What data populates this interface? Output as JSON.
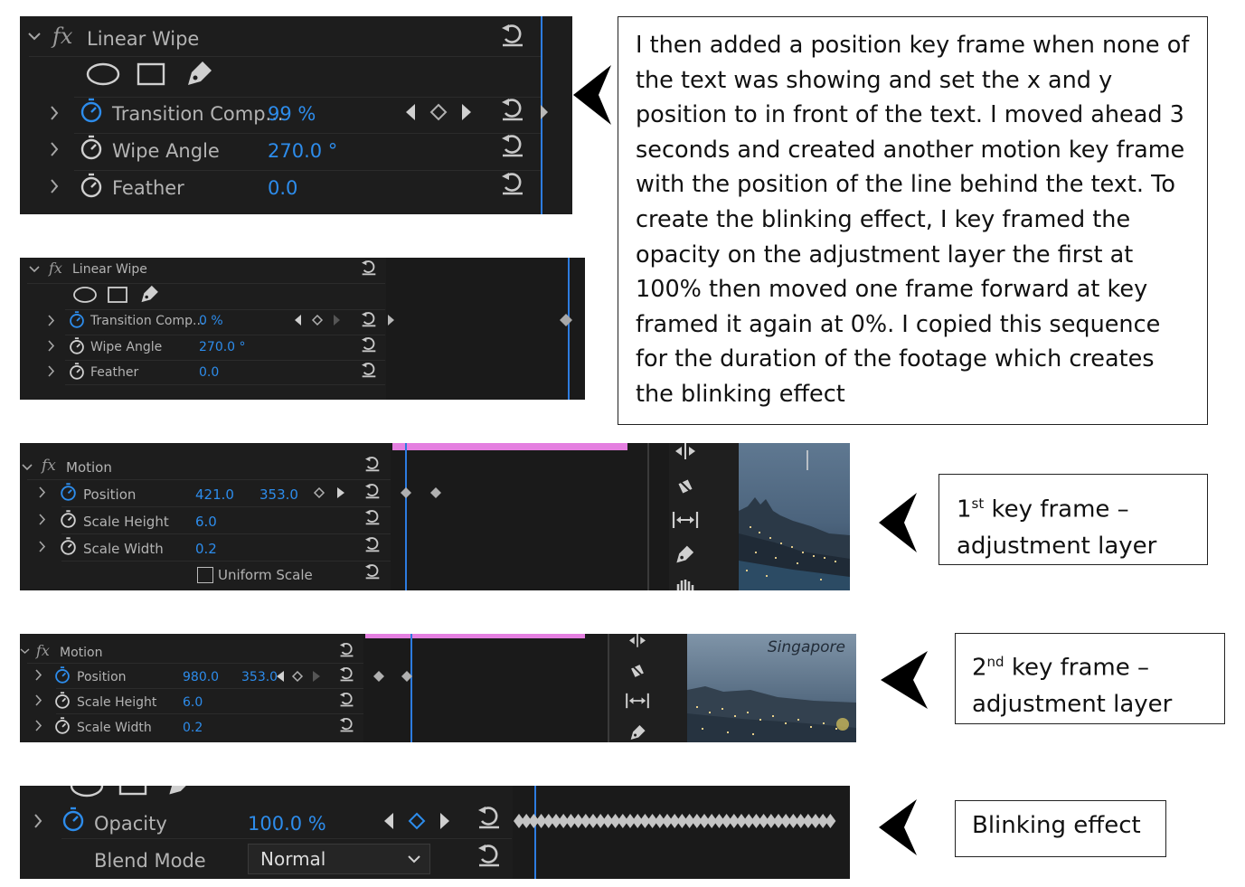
{
  "panel1": {
    "effect_name": "Linear Wipe",
    "fx": "fx",
    "rows": [
      {
        "label": "Transition Comp...",
        "value": "99 %"
      },
      {
        "label": "Wipe Angle",
        "value": "270.0 °"
      },
      {
        "label": "Feather",
        "value": "0.0"
      }
    ]
  },
  "panel2": {
    "effect_name": "Linear Wipe",
    "fx": "fx",
    "rows": [
      {
        "label": "Transition Comp...",
        "value": "0 %"
      },
      {
        "label": "Wipe Angle",
        "value": "270.0 °"
      },
      {
        "label": "Feather",
        "value": "0.0"
      }
    ]
  },
  "panel3": {
    "effect_name": "Motion",
    "fx": "fx",
    "rows": [
      {
        "label": "Position",
        "value": "421.0",
        "value2": "353.0"
      },
      {
        "label": "Scale Height",
        "value": "6.0"
      },
      {
        "label": "Scale Width",
        "value": "0.2"
      },
      {
        "label": "Uniform Scale"
      }
    ]
  },
  "panel4": {
    "effect_name": "Motion",
    "fx": "fx",
    "photo_caption": "Singapore",
    "rows": [
      {
        "label": "Position",
        "value": "980.0",
        "value2": "353.0"
      },
      {
        "label": "Scale Height",
        "value": "6.0"
      },
      {
        "label": "Scale Width",
        "value": "0.2"
      }
    ]
  },
  "panel5": {
    "rows": [
      {
        "label": "Opacity",
        "value": "100.0 %"
      },
      {
        "label": "Blend Mode",
        "value": "Normal"
      }
    ]
  },
  "callouts": {
    "main": "I then added a position key frame when none of the text was showing and set the x and y position to in front of the text. I moved ahead 3 seconds and created another motion key frame with the position of the line behind the text. To create the blinking effect, I key framed the opacity on the adjustment layer the first at 100% then moved one frame forward at key framed it again at 0%. I copied this sequence for the duration of the footage which creates the blinking effect",
    "kf1": {
      "num": "1",
      "sup": "st",
      "rest": " key frame –",
      "line2": "adjustment layer"
    },
    "kf2": {
      "num": "2",
      "sup": "nd",
      "rest": " key frame –",
      "line2": "adjustment layer"
    },
    "blink": "Blinking effect"
  },
  "icons": [
    "fx-icon",
    "ellipse-mask-icon",
    "rectangle-mask-icon",
    "pen-mask-icon",
    "stopwatch-icon",
    "reset-icon",
    "keyframe-diamond-icon",
    "prev-keyframe-icon",
    "next-keyframe-icon",
    "chevron-right-icon",
    "chevron-down-icon",
    "big-arrow-left-icon"
  ],
  "colors": {
    "panel_bg": "#1d1d1d",
    "accent_blue": "#2d8ceb",
    "clip_pink": "#e47fe0"
  }
}
